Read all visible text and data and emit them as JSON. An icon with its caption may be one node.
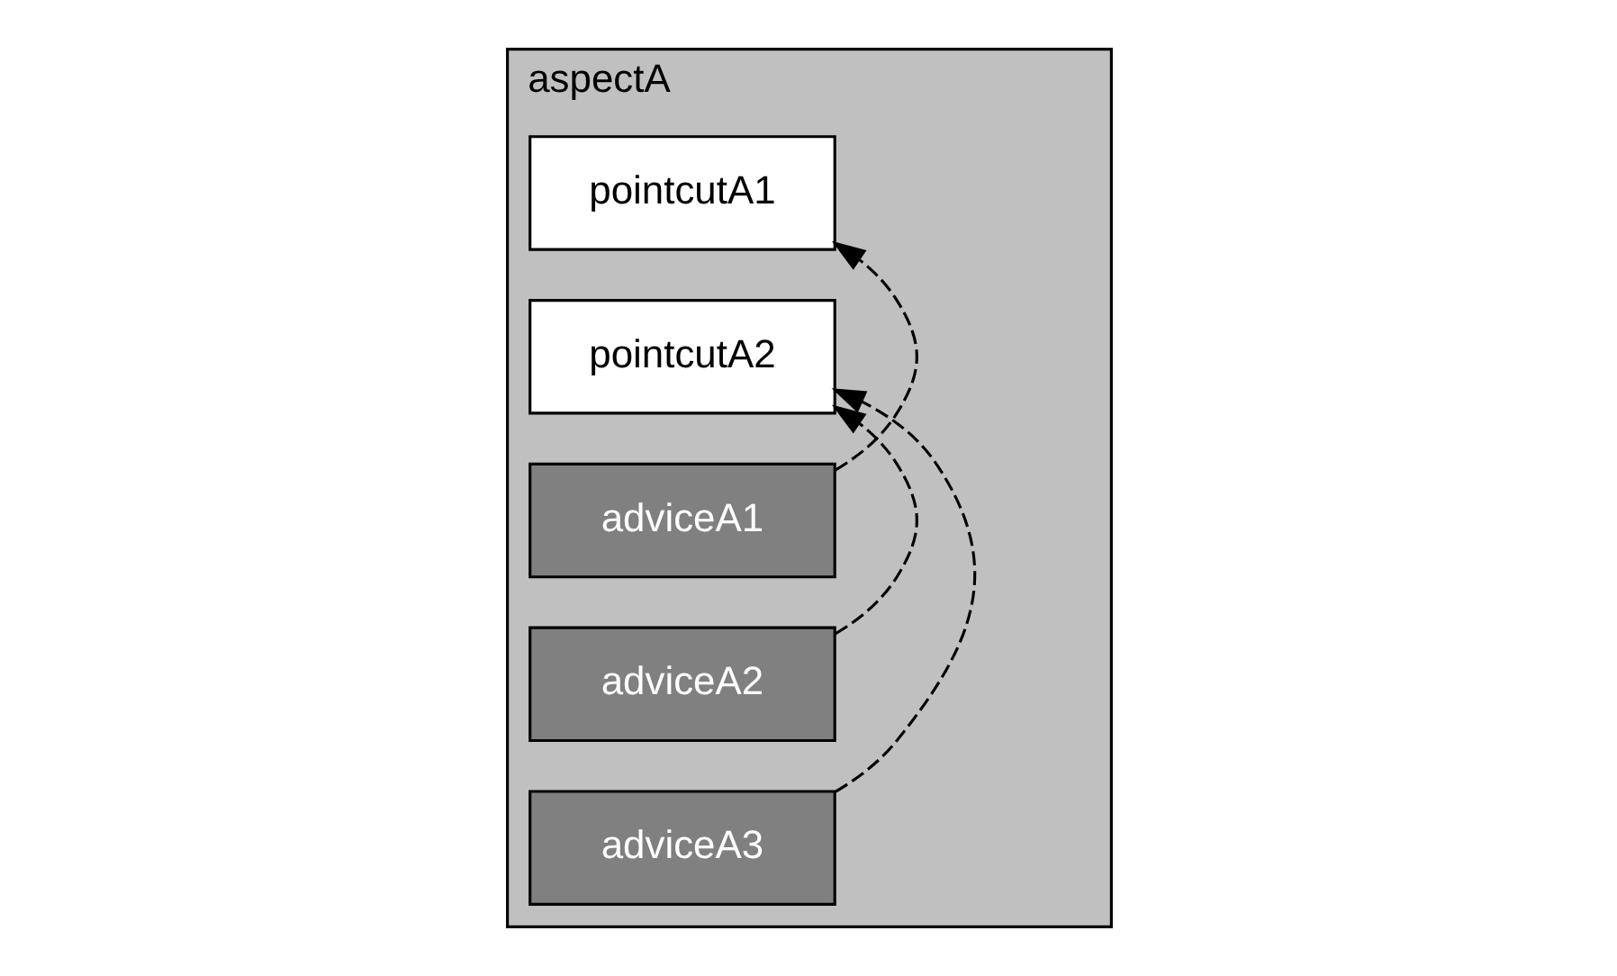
{
  "diagram": {
    "nodes": [
      {
        "text": [
          "aspectA"
        ]
      },
      {
        "text": [
          "pointcutA1"
        ],
        "in": 0
      },
      {
        "text": [
          "pointcutA2"
        ],
        "in": 0
      },
      {
        "text": [
          "adviceA1"
        ],
        "in": 0
      },
      {
        "text": [
          "adviceA2"
        ],
        "in": 0
      },
      {
        "text": [
          "adviceA3"
        ],
        "in": 0
      }
    ],
    "edges": [
      {
        "from": 3,
        "to": 1,
        "arrow": "to",
        "style": "dashed"
      },
      {
        "from": 4,
        "to": 2,
        "arrow": "to",
        "style": "dashed"
      },
      {
        "from": 5,
        "to": 2,
        "arrow": "to",
        "style": "dashed"
      }
    ]
  }
}
